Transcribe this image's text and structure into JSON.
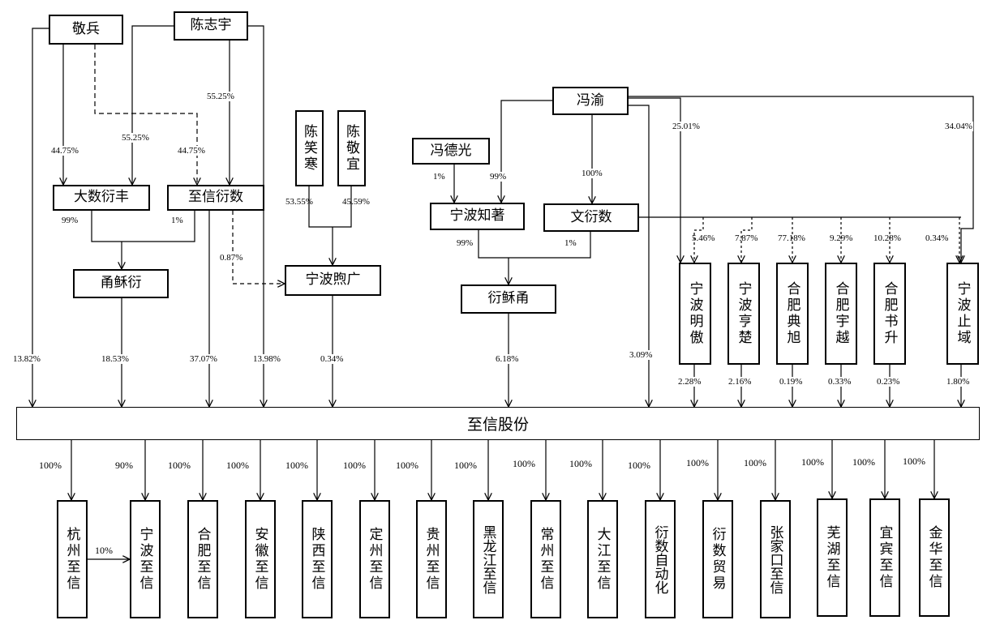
{
  "holders": {
    "jingbing": "敬兵",
    "chenzhiyu": "陈志宇",
    "chenxiaohan": "陈笑寒",
    "chenjingyi": "陈敬宜",
    "fengyu": "冯渝",
    "fengdeguang": "冯德光"
  },
  "entities": {
    "dashuyanfeng": "大数衍丰",
    "zhixinyanshu": "至信衍数",
    "yongsuyan": "甬稣衍",
    "ningboxuguang": "宁波煦广",
    "ningbozhizhu": "宁波知著",
    "wenyanshu": "文衍数",
    "yansuyong": "衍稣甬",
    "ningbomingao": "宁波明傲",
    "ningboxiangchu": "宁波亨楚",
    "hefeidianxu": "合肥典旭",
    "hefeiyuyue": "合肥宇越",
    "hefeishusheng": "合肥书升",
    "ningbozhiyu": "宁波止域"
  },
  "center": "至信股份",
  "subsidiaries": [
    {
      "name": "杭州至信",
      "pct": "100%"
    },
    {
      "name": "宁波至信",
      "pct": "90%"
    },
    {
      "name": "合肥至信",
      "pct": "100%"
    },
    {
      "name": "安徽至信",
      "pct": "100%"
    },
    {
      "name": "陕西至信",
      "pct": "100%"
    },
    {
      "name": "定州至信",
      "pct": "100%"
    },
    {
      "name": "贵州至信",
      "pct": "100%"
    },
    {
      "name": "黑龙江至信",
      "pct": "100%"
    },
    {
      "name": "常州至信",
      "pct": "100%"
    },
    {
      "name": "大江至信",
      "pct": "100%"
    },
    {
      "name": "衍数自动化",
      "pct": "100%"
    },
    {
      "name": "衍数贸易",
      "pct": "100%"
    },
    {
      "name": "张家口至信",
      "pct": "100%"
    },
    {
      "name": "芜湖至信",
      "pct": "100%"
    },
    {
      "name": "宜宾至信",
      "pct": "100%"
    },
    {
      "name": "金华至信",
      "pct": "100%"
    }
  ],
  "pct": {
    "jb_dashu": "44.75%",
    "cz_dashu": "55.25%",
    "jb_zhixin": "44.75%",
    "cz_zhixin": "55.25%",
    "dashu_yong": "99%",
    "zhixin_yong": "1%",
    "zhixin_xuguang": "0.87%",
    "cxh_xuguang": "53.55%",
    "cjy_xuguang": "45.59%",
    "fdg_zhizhu": "1%",
    "fy_zhizhu": "99%",
    "fy_wenyan": "100%",
    "zhizhu_yansu": "99%",
    "wenyan_yansu": "1%",
    "fy_mingao": "25.01%",
    "fy_zhiyu": "34.04%",
    "wen_mingao": "5.46%",
    "wen_xiangchu": "7.87%",
    "wen_dianxu": "77.18%",
    "wen_yuyue": "9.29%",
    "wen_shusheng": "10.28%",
    "wen_zhiyu": "0.34%",
    "jb_center": "13.82%",
    "yong_center": "18.53%",
    "zhixin_center": "37.07%",
    "cz_center": "13.98%",
    "xuguang_center": "0.34%",
    "yansu_center": "6.18%",
    "fy_center": "3.09%",
    "mingao_center": "2.28%",
    "xiangchu_center": "2.16%",
    "dianxu_center": "0.19%",
    "yuyue_center": "0.33%",
    "shusheng_center": "0.23%",
    "zhiyu_center": "1.80%",
    "hz_nb": "10%"
  }
}
